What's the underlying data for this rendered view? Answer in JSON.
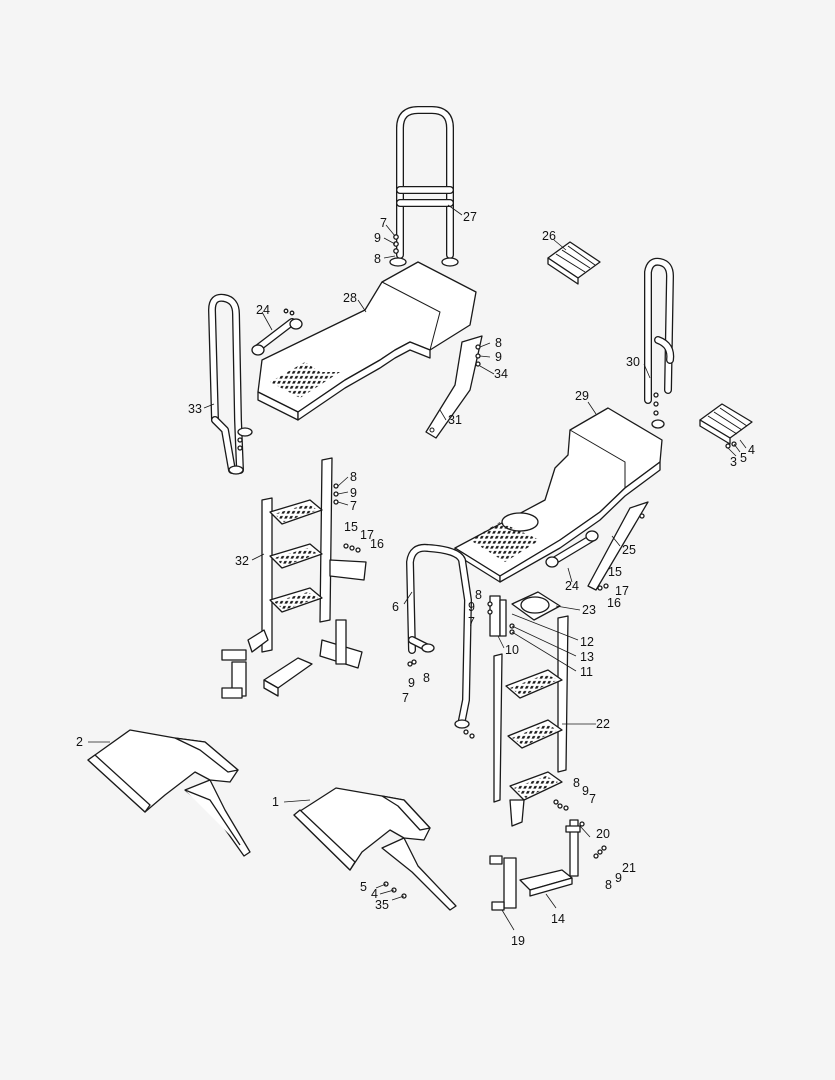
{
  "diagram": {
    "type": "exploded parts diagram",
    "callouts": [
      {
        "id": "c27",
        "label": "27"
      },
      {
        "id": "c7a",
        "label": "7"
      },
      {
        "id": "c9a",
        "label": "9"
      },
      {
        "id": "c8a",
        "label": "8"
      },
      {
        "id": "c26",
        "label": "26"
      },
      {
        "id": "c28",
        "label": "28"
      },
      {
        "id": "c24a",
        "label": "24"
      },
      {
        "id": "c8b",
        "label": "8"
      },
      {
        "id": "c9b",
        "label": "9"
      },
      {
        "id": "c34",
        "label": "34"
      },
      {
        "id": "c31",
        "label": "31"
      },
      {
        "id": "c33",
        "label": "33"
      },
      {
        "id": "c30",
        "label": "30"
      },
      {
        "id": "c29",
        "label": "29"
      },
      {
        "id": "c3",
        "label": "3"
      },
      {
        "id": "c5a",
        "label": "5"
      },
      {
        "id": "c4a",
        "label": "4"
      },
      {
        "id": "c8c",
        "label": "8"
      },
      {
        "id": "c9c",
        "label": "9"
      },
      {
        "id": "c7c",
        "label": "7"
      },
      {
        "id": "c15a",
        "label": "15"
      },
      {
        "id": "c17a",
        "label": "17"
      },
      {
        "id": "c16a",
        "label": "16"
      },
      {
        "id": "c32",
        "label": "32"
      },
      {
        "id": "c25",
        "label": "25"
      },
      {
        "id": "c24b",
        "label": "24"
      },
      {
        "id": "c15b",
        "label": "15"
      },
      {
        "id": "c17b",
        "label": "17"
      },
      {
        "id": "c16b",
        "label": "16"
      },
      {
        "id": "c8d",
        "label": "8"
      },
      {
        "id": "c9d",
        "label": "9"
      },
      {
        "id": "c7d",
        "label": "7"
      },
      {
        "id": "c23",
        "label": "23"
      },
      {
        "id": "c6",
        "label": "6"
      },
      {
        "id": "c10",
        "label": "10"
      },
      {
        "id": "c12",
        "label": "12"
      },
      {
        "id": "c13",
        "label": "13"
      },
      {
        "id": "c11",
        "label": "11"
      },
      {
        "id": "c9e",
        "label": "9"
      },
      {
        "id": "c8e",
        "label": "8"
      },
      {
        "id": "c7e",
        "label": "7"
      },
      {
        "id": "c22",
        "label": "22"
      },
      {
        "id": "c2",
        "label": "2"
      },
      {
        "id": "c8f",
        "label": "8"
      },
      {
        "id": "c9f",
        "label": "9"
      },
      {
        "id": "c7f",
        "label": "7"
      },
      {
        "id": "c1",
        "label": "1"
      },
      {
        "id": "c20",
        "label": "20"
      },
      {
        "id": "c21",
        "label": "21"
      },
      {
        "id": "c9g",
        "label": "9"
      },
      {
        "id": "c8g",
        "label": "8"
      },
      {
        "id": "c5b",
        "label": "5"
      },
      {
        "id": "c4b",
        "label": "4"
      },
      {
        "id": "c35",
        "label": "35"
      },
      {
        "id": "c14",
        "label": "14"
      },
      {
        "id": "c19",
        "label": "19"
      }
    ]
  }
}
